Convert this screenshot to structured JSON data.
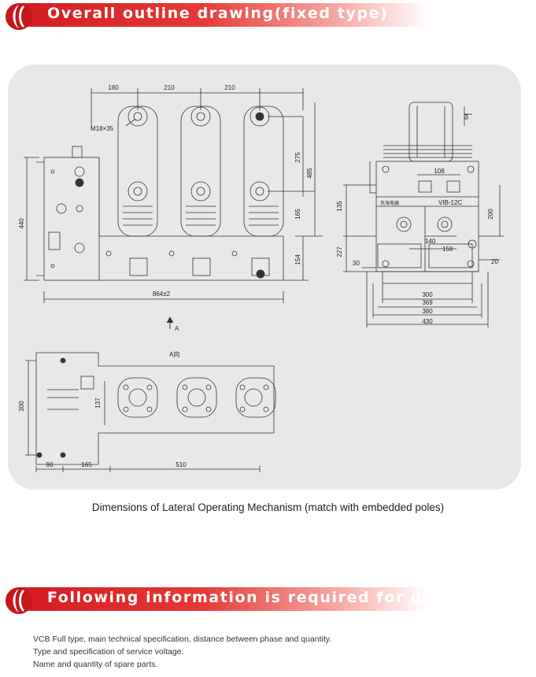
{
  "banners": {
    "outline_title": "Overall outline drawing(fixed type)",
    "order_title": "Following information is required for order"
  },
  "drawing": {
    "front_dims": {
      "d180": "180",
      "d210a": "210",
      "d210b": "210",
      "thread": "M18×35",
      "d275": "275",
      "d485": "485",
      "d165": "165",
      "d154": "154",
      "d440": "440",
      "width_total": "864±2",
      "view_arrow": "A",
      "view_label": "A向"
    },
    "side_dims": {
      "d64": "64",
      "d108": "108",
      "d135": "135",
      "d200": "200",
      "d227": "227",
      "d30": "30",
      "d140": "140",
      "d158": "158",
      "d20": "20",
      "d300": "300",
      "d369": "369",
      "d380": "380",
      "d430": "430",
      "nameplate": "VIB-12C",
      "brand_small": "天海电器"
    },
    "plan_dims": {
      "d300": "300",
      "d137": "137",
      "d90": "90",
      "d165": "165",
      "d510": "510"
    }
  },
  "caption": "Dimensions of Lateral Operating Mechanism (match with embedded poles)",
  "order_lines": [
    "VCB Full type, main technical specification, distance between phase and quantity.",
    "Type and specification of service voltage.",
    "Name and quantity of spare parts."
  ],
  "colors": {
    "banner_red": "#d21b21",
    "panel_bg": "#e8e8e8"
  }
}
